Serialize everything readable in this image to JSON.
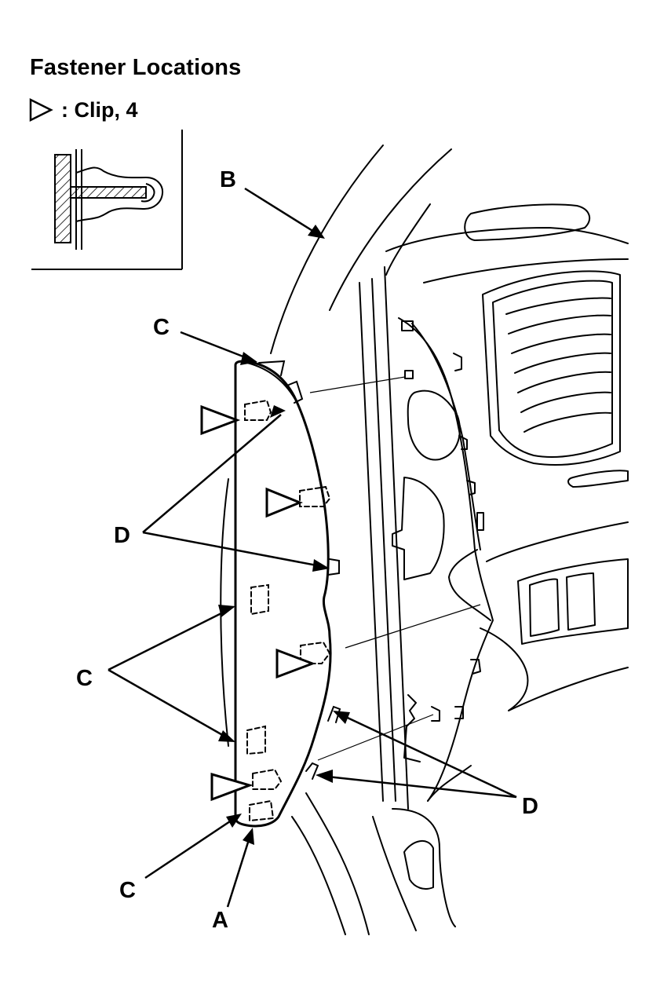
{
  "header": {
    "title": "Fastener Locations",
    "legend_text": ": Clip, 4",
    "legend_symbol": "triangle-clip-icon"
  },
  "callouts": {
    "A": "A",
    "B": "B",
    "C": "C",
    "D": "D"
  },
  "colors": {
    "ink": "#000000",
    "paper": "#ffffff"
  }
}
